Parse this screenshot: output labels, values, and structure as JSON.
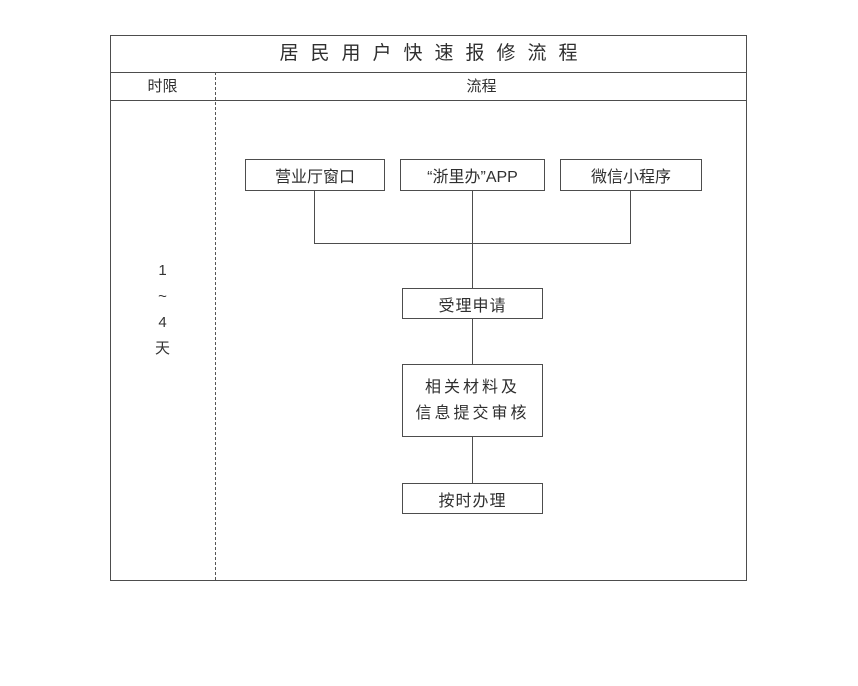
{
  "title": "居民用户快速报修流程",
  "columns": {
    "time_limit_header": "时限",
    "process_header": "流程"
  },
  "time_limit": {
    "chars": [
      "1",
      "~",
      "4",
      "天"
    ]
  },
  "entries": [
    {
      "label": "营业厅窗口"
    },
    {
      "label": "“浙里办”APP"
    },
    {
      "label": "微信小程序"
    }
  ],
  "steps": {
    "accept": "受理申请",
    "review_line1": "相关材料及",
    "review_line2": "信息提交审核",
    "handle": "按时办理"
  },
  "colors": {
    "line": "#4d4d4d",
    "text": "#2f2f2f",
    "background": "#ffffff"
  }
}
